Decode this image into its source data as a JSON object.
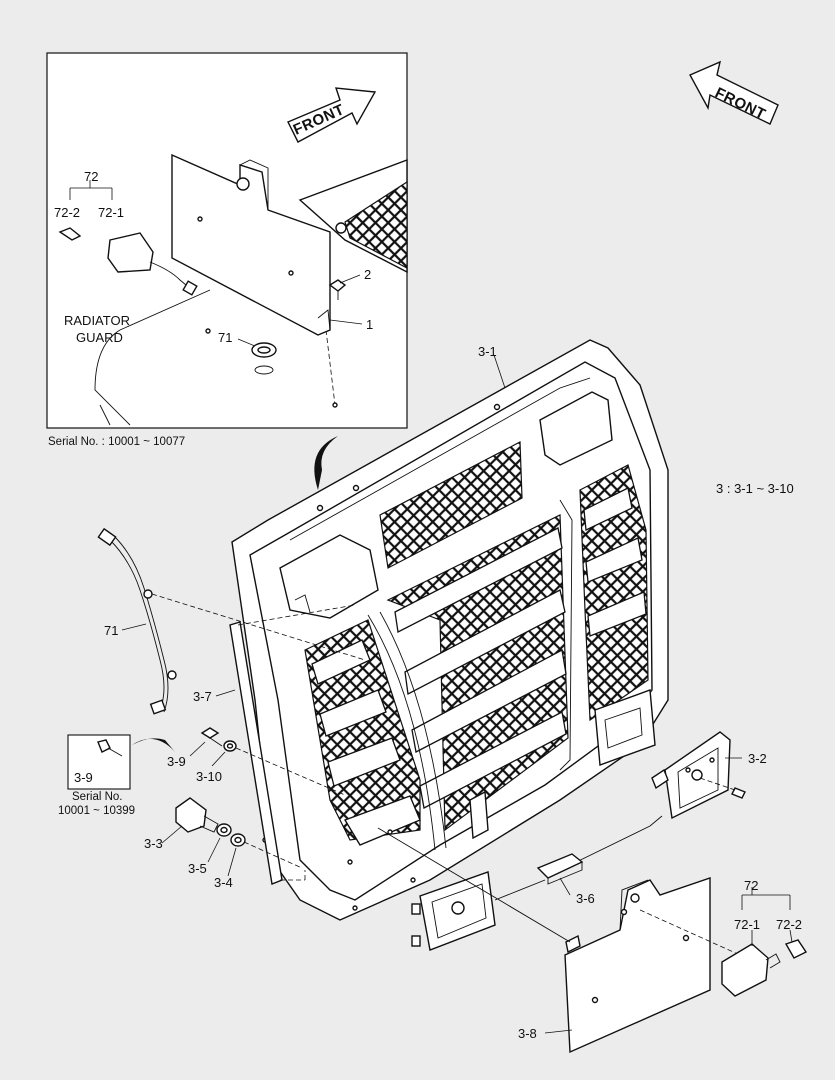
{
  "front_arrows": [
    "FRONT",
    "FRONT"
  ],
  "inset": {
    "serial": "Serial No. : 10001 ~ 10077",
    "radiator_guard_line1": "RADIATOR",
    "radiator_guard_line2": "GUARD",
    "labels": {
      "p72": "72",
      "p72_2": "72-2",
      "p72_1": "72-1",
      "p2": "2",
      "p1": "1",
      "p71": "71"
    }
  },
  "main": {
    "group_note": "3 : 3-1 ~ 3-10",
    "labels": {
      "p3_1": "3-1",
      "p71": "71",
      "p3_7": "3-7",
      "p3_9": "3-9",
      "p3_10": "3-10",
      "p3_9_box": "3-9",
      "p3_3": "3-3",
      "p3_5": "3-5",
      "p3_4": "3-4",
      "p3_2": "3-2",
      "p3_6": "3-6",
      "p3_8": "3-8",
      "p72": "72",
      "p72_1": "72-1",
      "p72_2": "72-2"
    },
    "serial_box_line1": "Serial No.",
    "serial_box_line2": "10001 ~ 10399"
  }
}
